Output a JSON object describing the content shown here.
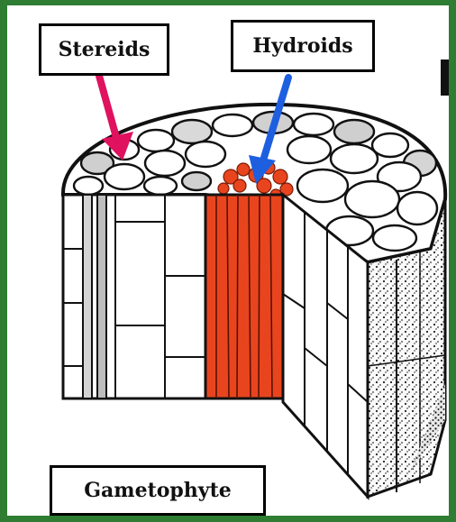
{
  "labels": {
    "stereids": "Stereids",
    "hydroids": "Hydroids",
    "gametophyte": "Gametophyte"
  },
  "colors": {
    "background_border": "#2e7d32",
    "stereid_arrow": "#e0115f",
    "hydroid_arrow": "#1e5fe0",
    "hydroid_tissue": "#e8451f"
  }
}
